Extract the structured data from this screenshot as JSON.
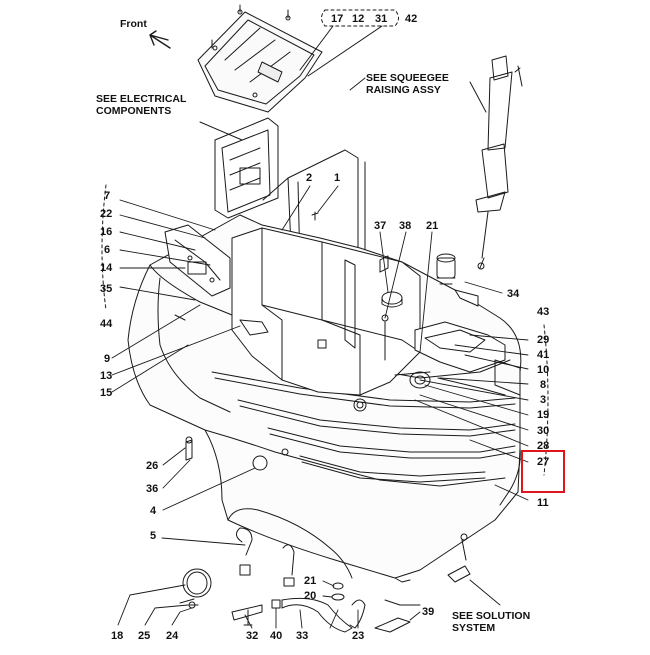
{
  "notes": {
    "front": "Front",
    "electrical": "SEE ELECTRICAL\nCOMPONENTS",
    "squeegee": "SEE SQUEEGEE\nRAISING ASSY",
    "solution": "SEE SOLUTION\nSYSTEM"
  },
  "part_numbers": {
    "n17": "17",
    "n12": "12",
    "n31": "31",
    "n42": "42",
    "n2": "2",
    "n1": "1",
    "n37": "37",
    "n38": "38",
    "n21a": "21",
    "n34": "34",
    "n7": "7",
    "n22": "22",
    "n16": "16",
    "n6": "6",
    "n14": "14",
    "n35": "35",
    "n44": "44",
    "n9": "9",
    "n13": "13",
    "n15": "15",
    "n43": "43",
    "n29": "29",
    "n41": "41",
    "n10": "10",
    "n8": "8",
    "n3": "3",
    "n19": "19",
    "n30": "30",
    "n28": "28",
    "n27": "27",
    "n11": "11",
    "n26": "26",
    "n36": "36",
    "n4": "4",
    "n5": "5",
    "n21b": "21",
    "n20": "20",
    "n39": "39",
    "n18": "18",
    "n25": "25",
    "n24": "24",
    "n32": "32",
    "n40": "40",
    "n33": "33",
    "n23": "23"
  },
  "highlight_color": "#e0151b",
  "line_color": "#1a1a1a"
}
